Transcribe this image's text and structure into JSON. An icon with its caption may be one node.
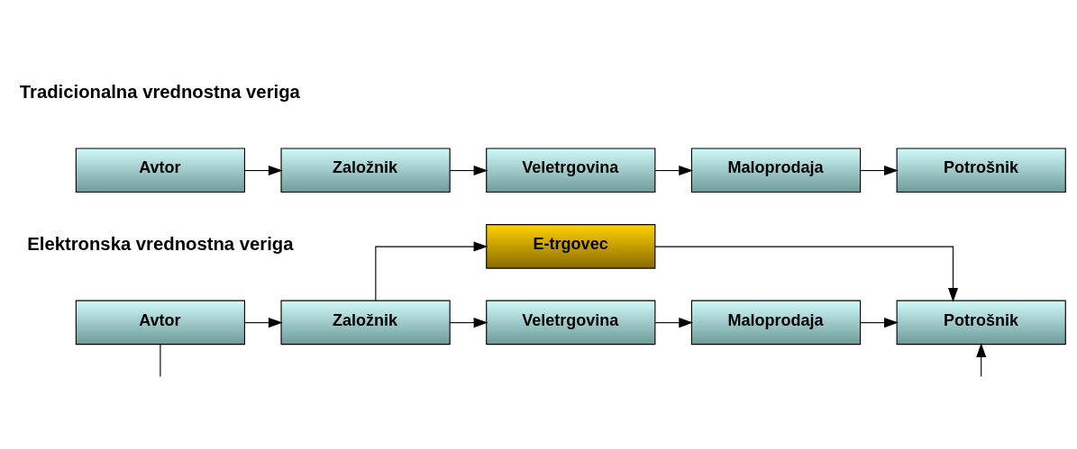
{
  "diagram": {
    "nodes": [
      {
        "text": [
          "Avtor"
        ]
      },
      {
        "text": [
          "Založnik"
        ]
      },
      {
        "text": [
          "Veletrgovina"
        ]
      },
      {
        "text": [
          "Maloprodaja"
        ]
      },
      {
        "text": [
          "Potrošnik"
        ]
      },
      {
        "text": [
          "E-trgovec"
        ]
      },
      {
        "text": [
          "Avtor"
        ]
      },
      {
        "text": [
          "Založnik"
        ]
      },
      {
        "text": [
          "Veletrgovina"
        ]
      },
      {
        "text": [
          "Maloprodaja"
        ]
      },
      {
        "text": [
          "Potrošnik"
        ]
      }
    ],
    "edges": [
      {
        "from": 0,
        "to": 1,
        "arrow": "to"
      },
      {
        "from": 1,
        "to": 2,
        "arrow": "to"
      },
      {
        "from": 2,
        "to": 3,
        "arrow": "to"
      },
      {
        "from": 3,
        "to": 4,
        "arrow": "to"
      },
      {
        "from": 7,
        "to": 5,
        "arrow": "to"
      },
      {
        "from": 5,
        "to": 10,
        "arrow": "to"
      },
      {
        "from": 6,
        "to": 7,
        "arrow": "to"
      },
      {
        "from": 7,
        "to": 8,
        "arrow": "to"
      },
      {
        "from": 8,
        "to": 9,
        "arrow": "to"
      },
      {
        "from": 9,
        "to": 10,
        "arrow": "to"
      },
      {
        "from": 6,
        "to": null,
        "arrow": "none"
      },
      {
        "from": null,
        "to": 10,
        "arrow": "to"
      }
    ],
    "labels": [
      "Tradicionalna vrednostna veriga",
      "Elektronska vrednostna veriga"
    ]
  }
}
